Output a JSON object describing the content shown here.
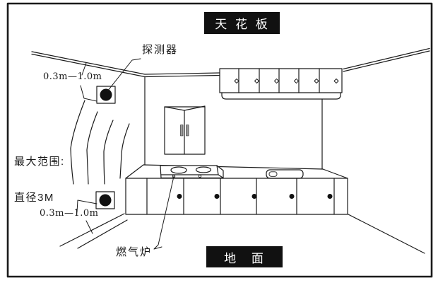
{
  "diagram": {
    "title_top": "天 花 板",
    "title_bottom": "地 面",
    "labels": {
      "detector": "探测器",
      "max_range_line1": "最大范围:",
      "max_range_line2": "直径3M",
      "gas_stove": "燃气炉",
      "dim_ceiling": "0.3m—1.0m",
      "dim_floor": "0.3m—1.0m"
    },
    "colors": {
      "line": "#1a1a1a",
      "background": "#ffffff",
      "label_bg": "#111111",
      "label_text": "#ffffff",
      "detector_dot": "#111111"
    }
  }
}
